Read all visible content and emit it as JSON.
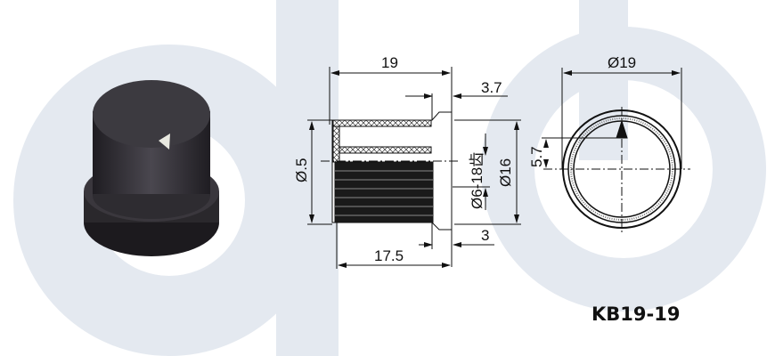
{
  "title": "KB19-19",
  "colors": {
    "watermark": "#e4e9f0",
    "line": "#111111",
    "knob": "#2e2c30"
  },
  "dimensions": {
    "overall_length": "19",
    "cap_step": "3.7",
    "shaft_dia": "Ø.5",
    "spline": "Ø6-18齿",
    "outer_dia": "Ø16",
    "bottom_step": "3",
    "body_length": "17.5",
    "top_view_dia": "Ø19",
    "pointer_offset": "5.7"
  }
}
